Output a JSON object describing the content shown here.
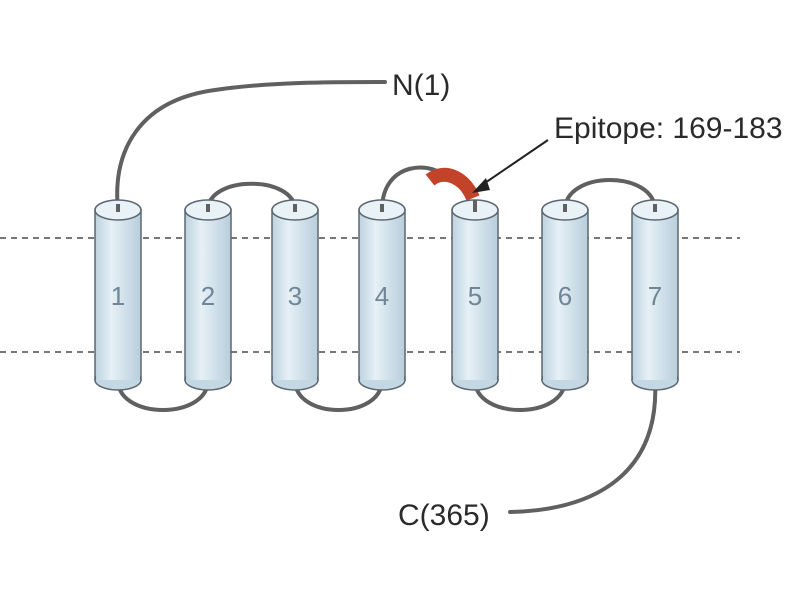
{
  "n_terminus_label": "N(1)",
  "c_terminus_label": "C(365)",
  "epitope_label": "Epitope: 169-183",
  "helices": [
    "1",
    "2",
    "3",
    "4",
    "5",
    "6",
    "7"
  ],
  "colors": {
    "helix_fill": "#d6e6ef",
    "helix_top": "#e8f2f7",
    "helix_stroke": "#5c6670",
    "loop": "#606060",
    "epitope": "#c2432a",
    "membrane_line": "#777777"
  }
}
